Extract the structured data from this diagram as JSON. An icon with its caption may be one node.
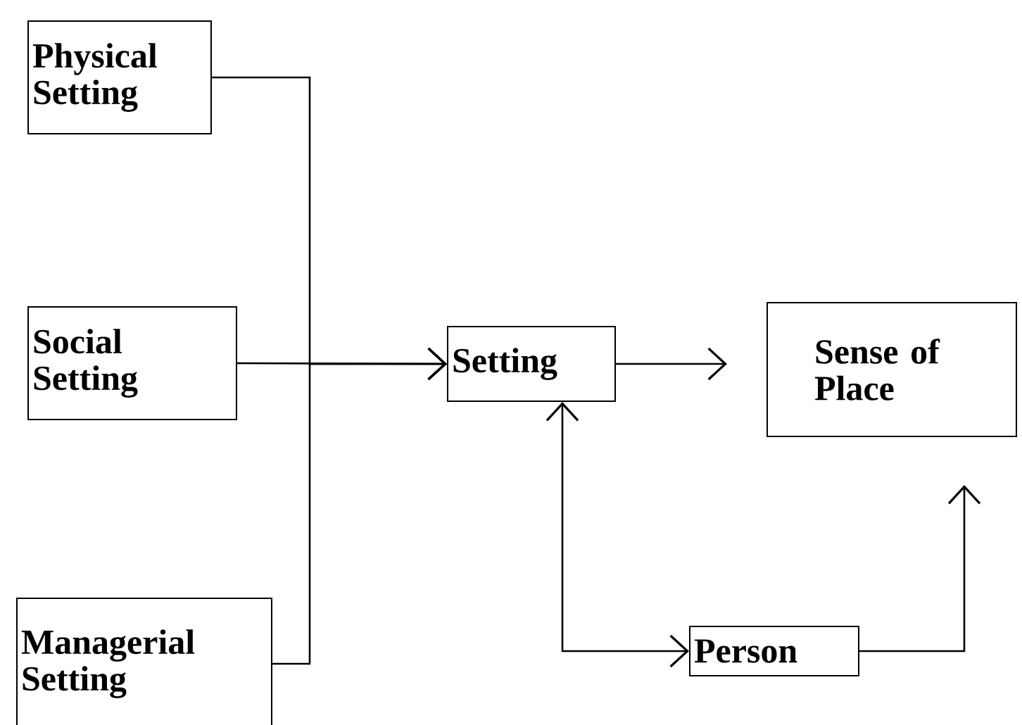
{
  "diagram": {
    "nodes": [
      {
        "text": [
          "Physical Setting"
        ]
      },
      {
        "text": [
          "Social Setting"
        ]
      },
      {
        "text": [
          "Managerial Setting"
        ]
      },
      {
        "text": [
          "Setting"
        ]
      },
      {
        "text": [
          "Sense of Place"
        ]
      },
      {
        "text": [
          "Person"
        ]
      }
    ],
    "edges": [
      {
        "from": 0,
        "to": 3,
        "arrow": "to"
      },
      {
        "from": 1,
        "to": 3,
        "arrow": "to"
      },
      {
        "from": 2,
        "to": 3,
        "arrow": "to"
      },
      {
        "from": 3,
        "to": 4,
        "arrow": "to"
      },
      {
        "from": 3,
        "to": 5,
        "arrow": "both"
      },
      {
        "from": 5,
        "to": 4,
        "arrow": "to"
      }
    ]
  }
}
